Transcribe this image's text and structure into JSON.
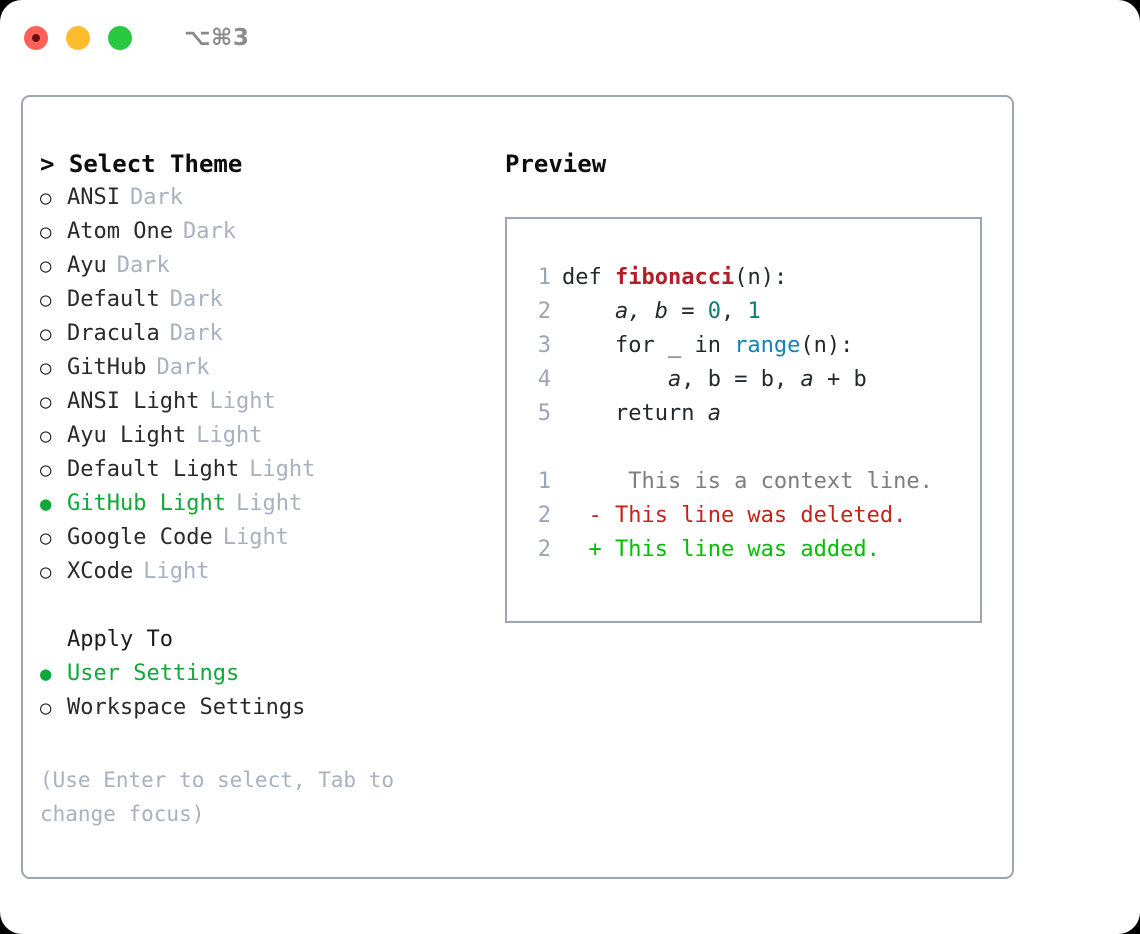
{
  "titlebar": {
    "shortcut": "⌥⌘3",
    "lights": [
      "close",
      "minimize",
      "maximize"
    ]
  },
  "theme_panel": {
    "header": "> Select Theme",
    "items": [
      {
        "label": "ANSI",
        "tag": "Dark",
        "selected": false,
        "bullet": "○"
      },
      {
        "label": "Atom One",
        "tag": "Dark",
        "selected": false,
        "bullet": "○"
      },
      {
        "label": "Ayu",
        "tag": "Dark",
        "selected": false,
        "bullet": "○"
      },
      {
        "label": "Default",
        "tag": "Dark",
        "selected": false,
        "bullet": "○"
      },
      {
        "label": "Dracula",
        "tag": "Dark",
        "selected": false,
        "bullet": "○"
      },
      {
        "label": "GitHub",
        "tag": "Dark",
        "selected": false,
        "bullet": "○"
      },
      {
        "label": "ANSI Light",
        "tag": "Light",
        "selected": false,
        "bullet": "○"
      },
      {
        "label": "Ayu Light",
        "tag": "Light",
        "selected": false,
        "bullet": "○"
      },
      {
        "label": "Default Light",
        "tag": "Light",
        "selected": false,
        "bullet": "○"
      },
      {
        "label": "GitHub Light",
        "tag": "Light",
        "selected": true,
        "bullet": "●"
      },
      {
        "label": "Google Code",
        "tag": "Light",
        "selected": false,
        "bullet": "○"
      },
      {
        "label": "XCode",
        "tag": "Light",
        "selected": false,
        "bullet": "○"
      }
    ]
  },
  "apply_to": {
    "header": "Apply To",
    "items": [
      {
        "label": "User Settings",
        "selected": true,
        "bullet": "●"
      },
      {
        "label": "Workspace Settings",
        "selected": false,
        "bullet": "○"
      }
    ]
  },
  "hint": "(Use Enter to select, Tab to change focus)",
  "preview": {
    "title": "Preview",
    "code_lines": [
      {
        "no": "1",
        "tokens": [
          {
            "t": "def ",
            "c": "tok-kw"
          },
          {
            "t": "fibonacci",
            "c": "tok-fn"
          },
          {
            "t": "(n):",
            "c": "tok-plain"
          }
        ]
      },
      {
        "no": "2",
        "tokens": [
          {
            "t": "    ",
            "c": "tok-plain"
          },
          {
            "t": "a, b",
            "c": "tok-var"
          },
          {
            "t": " = ",
            "c": "tok-plain"
          },
          {
            "t": "0",
            "c": "tok-num"
          },
          {
            "t": ", ",
            "c": "tok-plain"
          },
          {
            "t": "1",
            "c": "tok-num"
          }
        ]
      },
      {
        "no": "3",
        "tokens": [
          {
            "t": "    for _ in ",
            "c": "tok-plain"
          },
          {
            "t": "range",
            "c": "tok-call"
          },
          {
            "t": "(n):",
            "c": "tok-plain"
          }
        ]
      },
      {
        "no": "4",
        "tokens": [
          {
            "t": "        ",
            "c": "tok-plain"
          },
          {
            "t": "a",
            "c": "tok-var"
          },
          {
            "t": ", ",
            "c": "tok-plain"
          },
          {
            "t": "b",
            "c": "tok-plain"
          },
          {
            "t": " = ",
            "c": "tok-plain"
          },
          {
            "t": "b",
            "c": "tok-plain"
          },
          {
            "t": ", ",
            "c": "tok-plain"
          },
          {
            "t": "a",
            "c": "tok-var"
          },
          {
            "t": " + ",
            "c": "tok-plain"
          },
          {
            "t": "b",
            "c": "tok-plain"
          }
        ]
      },
      {
        "no": "5",
        "tokens": [
          {
            "t": "    return ",
            "c": "tok-plain"
          },
          {
            "t": "a",
            "c": "tok-var"
          }
        ]
      }
    ],
    "diff_lines": [
      {
        "no": "1",
        "marker": " ",
        "text": "  This is a context line.",
        "kind": "diff-ctx"
      },
      {
        "no": "2",
        "marker": "-",
        "text": " This line was deleted.",
        "kind": "diff-del"
      },
      {
        "no": "2",
        "marker": "+",
        "text": " This line was added.",
        "kind": "diff-add"
      }
    ]
  },
  "colors": {
    "accent_green": "#11a83a",
    "muted_blue_gray": "#a7b1bf",
    "border": "#9aa6b5",
    "diff_deleted": "#c0241a",
    "diff_added": "#00bf00",
    "syntax_function": "#b31d28",
    "syntax_number": "#0e7c72",
    "syntax_call": "#1283b5",
    "light_close": "#ff6159",
    "light_minimize": "#ffbd2e",
    "light_maximize": "#28c840"
  }
}
